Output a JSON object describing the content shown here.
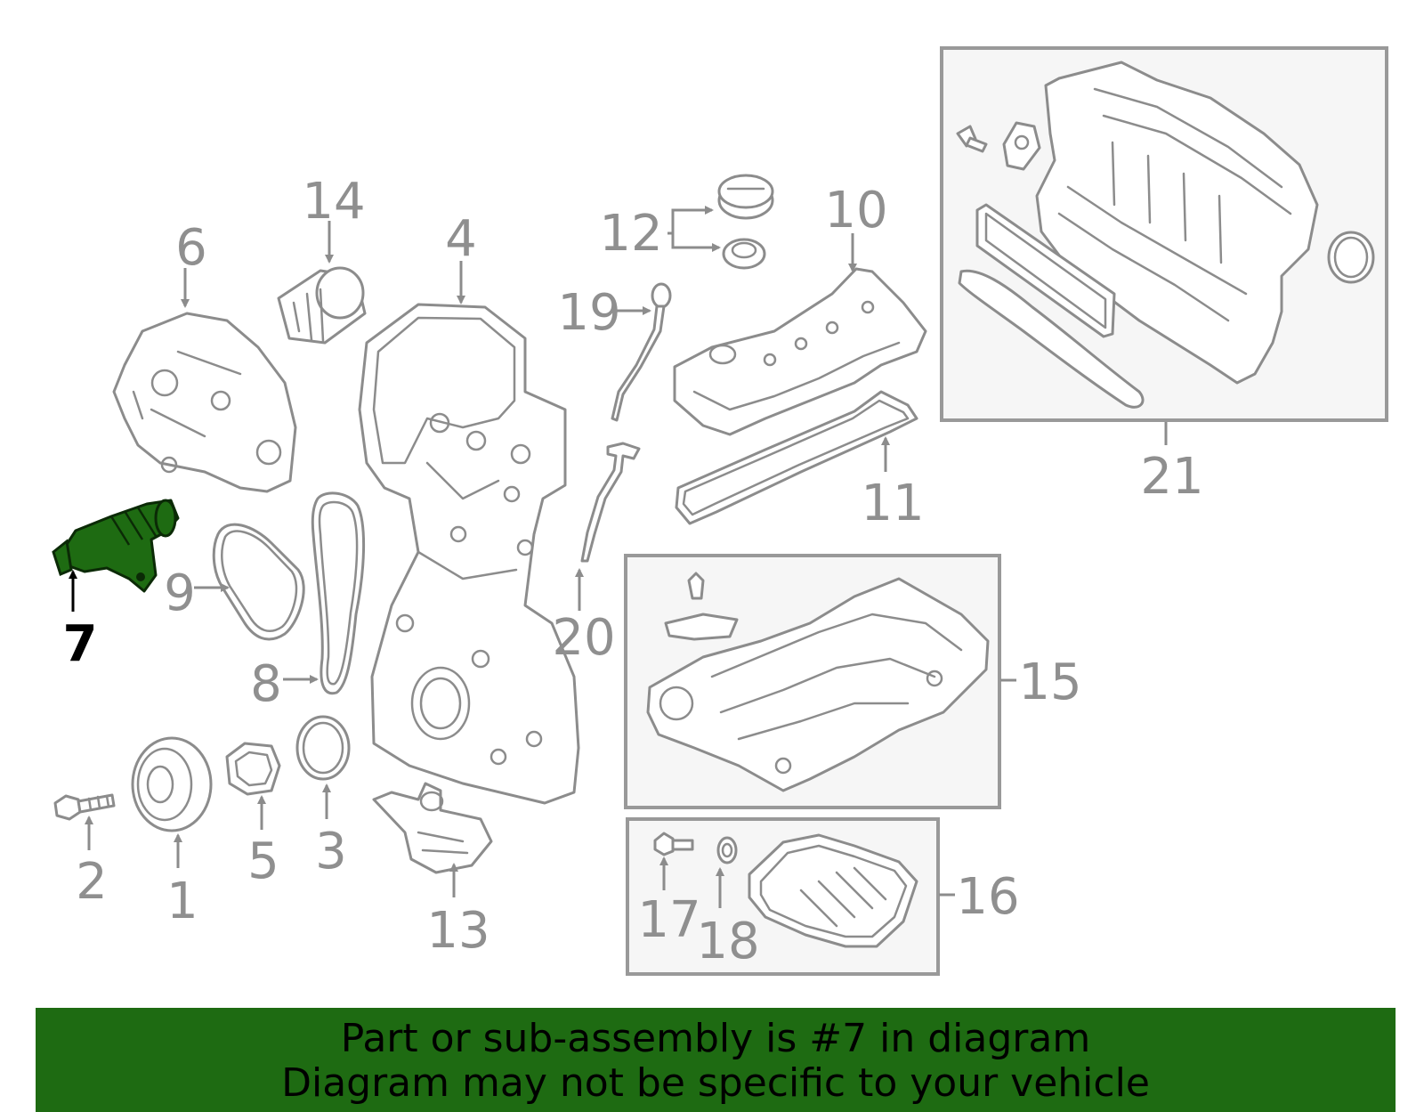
{
  "highlight_color": "#1e6b12",
  "callouts": [
    {
      "id": "1",
      "label": "1"
    },
    {
      "id": "2",
      "label": "2"
    },
    {
      "id": "3",
      "label": "3"
    },
    {
      "id": "4",
      "label": "4"
    },
    {
      "id": "5",
      "label": "5"
    },
    {
      "id": "6",
      "label": "6"
    },
    {
      "id": "7",
      "label": "7",
      "highlighted": true
    },
    {
      "id": "8",
      "label": "8"
    },
    {
      "id": "9",
      "label": "9"
    },
    {
      "id": "10",
      "label": "10"
    },
    {
      "id": "11",
      "label": "11"
    },
    {
      "id": "12",
      "label": "12"
    },
    {
      "id": "13",
      "label": "13"
    },
    {
      "id": "14",
      "label": "14"
    },
    {
      "id": "15",
      "label": "15"
    },
    {
      "id": "16",
      "label": "16"
    },
    {
      "id": "17",
      "label": "17"
    },
    {
      "id": "18",
      "label": "18"
    },
    {
      "id": "19",
      "label": "19"
    },
    {
      "id": "20",
      "label": "20"
    },
    {
      "id": "21",
      "label": "21"
    }
  ],
  "footer": {
    "line1": "Part or sub-assembly is #7 in diagram",
    "line2": "Diagram may not be specific to your vehicle",
    "background": "#1e6b12"
  }
}
